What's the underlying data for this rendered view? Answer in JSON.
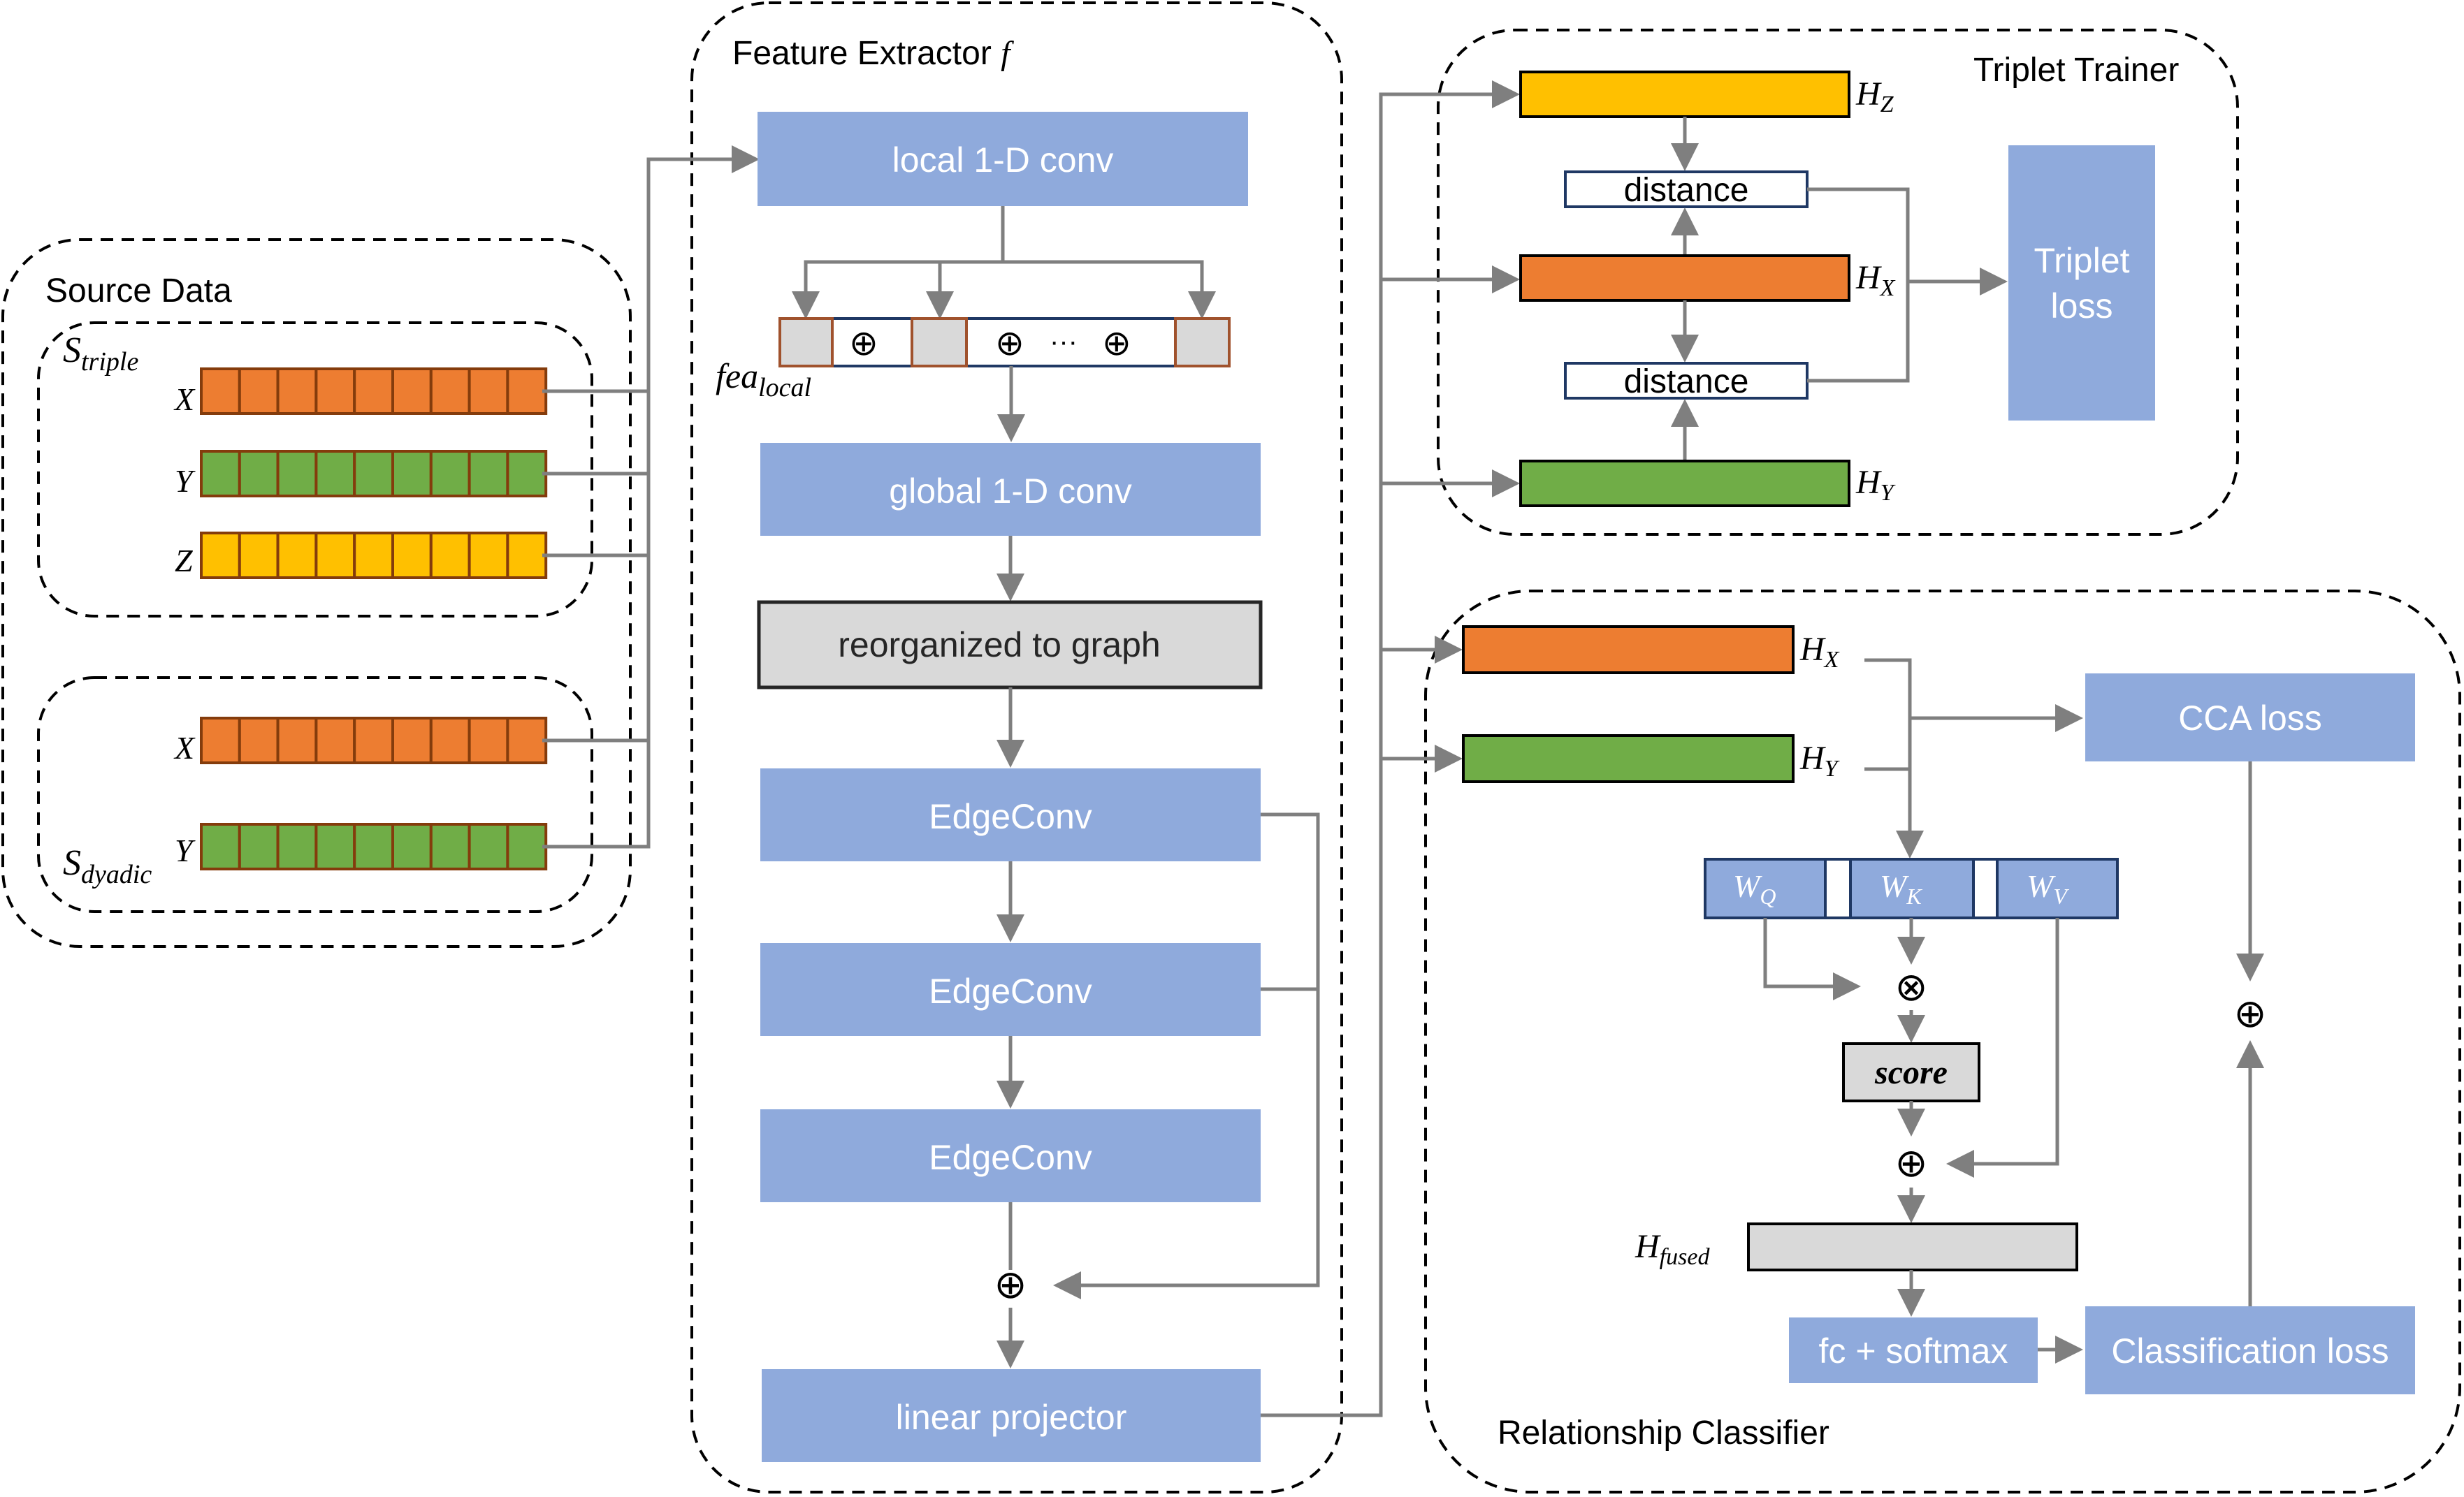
{
  "groups": {
    "source": "Source Data",
    "extractor_title": "Feature Extractor ",
    "extractor_symbol": "f",
    "triplet": "Triplet Trainer",
    "classifier": "Relationship Classifier"
  },
  "source": {
    "s_triple": "S",
    "s_triple_sub": "triple",
    "s_dyadic": "S",
    "s_dyadic_sub": "dyadic",
    "x": "X",
    "y": "Y",
    "z": "Z"
  },
  "extractor": {
    "local_conv": "local 1-D conv",
    "fea": "fea",
    "fea_sub": "local",
    "oplus": "⊕",
    "dots": "···",
    "global_conv": "global 1-D conv",
    "reorganized": "reorganized to graph",
    "edgeconv": "EdgeConv",
    "linear": "linear projector"
  },
  "triplet": {
    "h": "H",
    "hz_sub": "Z",
    "hx_sub": "X",
    "hy_sub": "Y",
    "distance": "distance",
    "loss_line1": "Triplet",
    "loss_line2": "loss"
  },
  "classifier": {
    "h": "H",
    "hx_sub": "X",
    "hy_sub": "Y",
    "w": "W",
    "wq_sub": "Q",
    "wk_sub": "K",
    "wv_sub": "V",
    "otimes": "⊗",
    "score": "score",
    "hfused_sub": "fused",
    "fc": "fc + softmax",
    "class_loss": "Classification loss",
    "cca_loss": "CCA loss"
  },
  "colors": {
    "orange": "#ED7D31",
    "green": "#70AD47",
    "yellow": "#FFC000",
    "blue_box": "#8FAADC",
    "gray_box": "#D9D9D9",
    "arrow": "#7F7F7F"
  }
}
